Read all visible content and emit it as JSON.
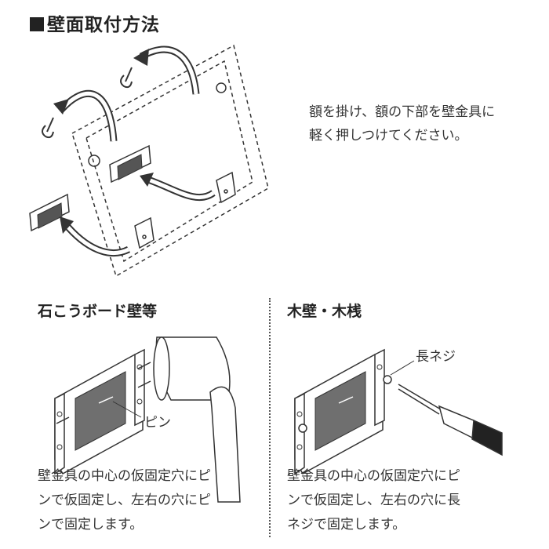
{
  "title": "壁面取付方法",
  "instruction": {
    "line1": "額を掛け、額の下部を壁金具に",
    "line2": "軽く押しつけてください。"
  },
  "left_panel": {
    "heading": "石こうボード壁等",
    "pin_label": "ピン",
    "desc_line1": "壁金具の中心の仮固定穴にピ",
    "desc_line2": "ンで仮固定し、左右の穴にピ",
    "desc_line3": "ンで固定します。"
  },
  "right_panel": {
    "heading": "木壁・木桟",
    "screw_label": "長ネジ",
    "desc_line1": "壁金具の中心の仮固定穴にピ",
    "desc_line2": "ンで仮固定し、左右の穴に長",
    "desc_line3": "ネジで固定します。"
  },
  "colors": {
    "line": "#333333",
    "plate_fill": "#6f6f6f",
    "text": "#333333"
  }
}
